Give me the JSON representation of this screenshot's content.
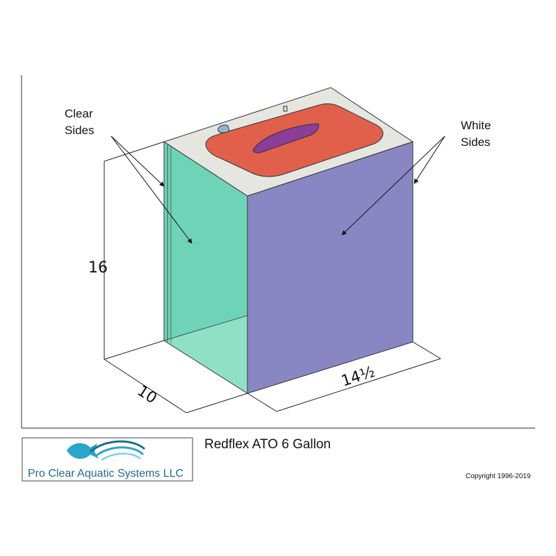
{
  "drawing": {
    "title": "Redflex ATO 6 Gallon",
    "copyright": "Copyright 1996-2019"
  },
  "callouts": {
    "clear_line1": "Clear",
    "clear_line2": "Sides",
    "white_line1": "White",
    "white_line2": "Sides"
  },
  "dimensions": {
    "height": "16",
    "depth": "10",
    "width": "14½"
  },
  "logo": {
    "company": "Pro Clear Aquatic Systems LLC",
    "icon": "fish-wave-logo-icon"
  },
  "colors": {
    "clear_side": "#6fd3b8",
    "white_side": "#8987c3",
    "lid": "#e0604c",
    "lid_handle": "#8b3d9a",
    "top_rim": "#e6e6e0",
    "logo_blue": "#1f6d8a"
  }
}
